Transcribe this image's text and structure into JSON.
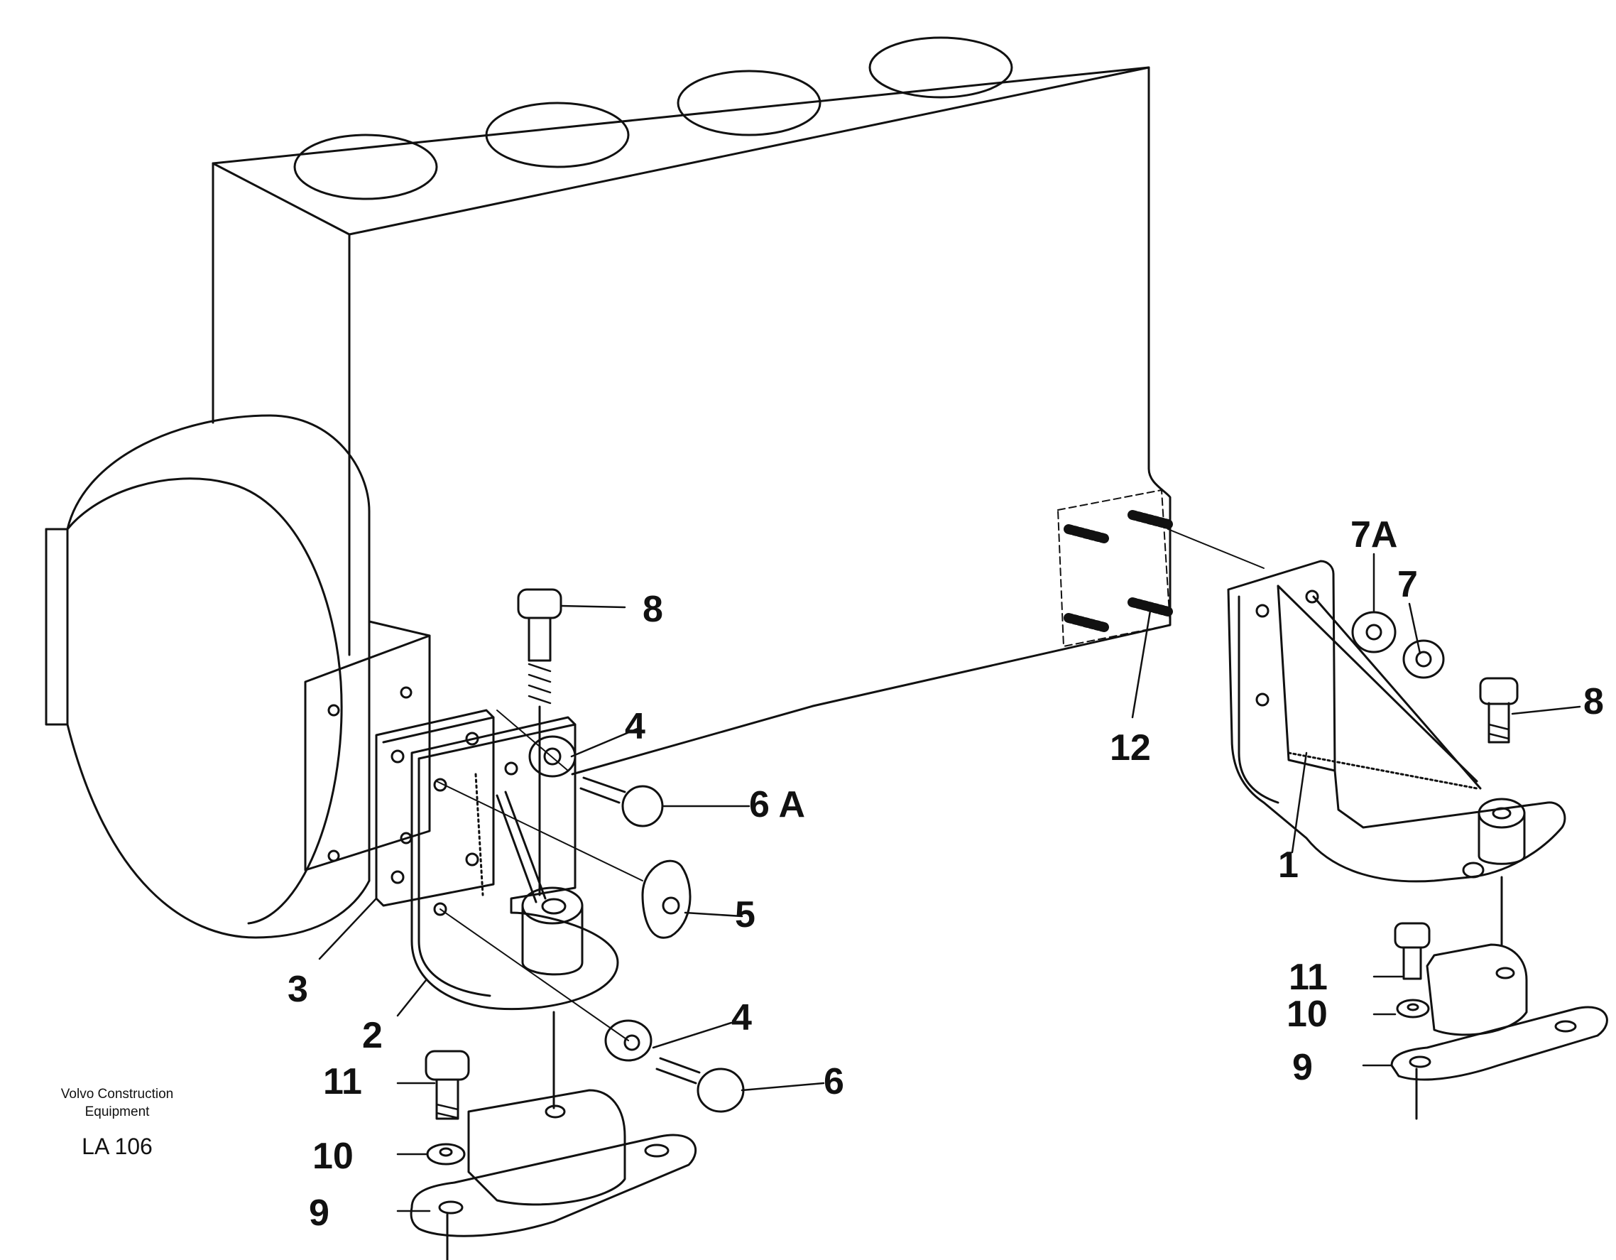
{
  "diagram": {
    "callouts": {
      "c1": "1",
      "c2": "2",
      "c3": "3",
      "c4a": "4",
      "c4b": "4",
      "c5": "5",
      "c6": "6",
      "c6a": "6 A",
      "c7": "7",
      "c7a": "7A",
      "c8a": "8",
      "c8b": "8",
      "c9a": "9",
      "c9b": "9",
      "c10a": "10",
      "c10b": "10",
      "c11a": "11",
      "c11b": "11",
      "c12": "12"
    },
    "company": "Volvo Construction Equipment",
    "code": "LA 106"
  }
}
